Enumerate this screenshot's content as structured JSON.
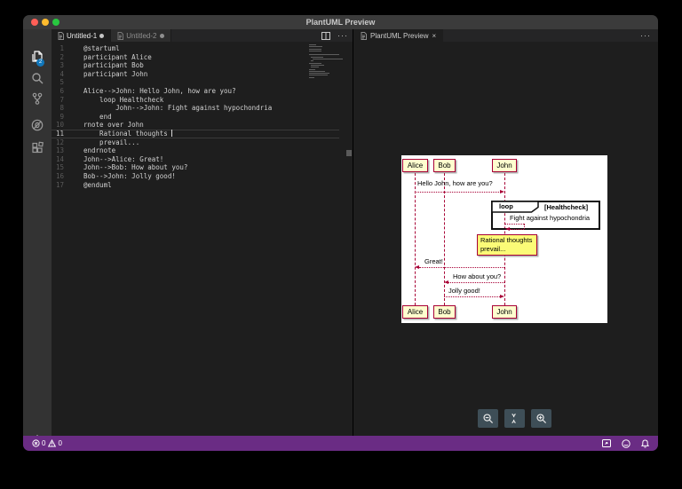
{
  "window": {
    "title": "PlantUML Preview"
  },
  "activity_bar": {
    "items": [
      {
        "name": "explorer",
        "badge": "2"
      },
      {
        "name": "search"
      },
      {
        "name": "source-control"
      },
      {
        "name": "debug"
      },
      {
        "name": "extensions"
      }
    ],
    "settings": {
      "name": "settings-gear"
    }
  },
  "editor": {
    "tabs": [
      {
        "label": "Untitled-1",
        "dirty": true,
        "active": true
      },
      {
        "label": "Untitled-2",
        "dirty": true,
        "active": false
      }
    ],
    "more_label": "···",
    "lines": [
      "@startuml",
      "participant Alice",
      "participant Bob",
      "participant John",
      "",
      "Alice-->John: Hello John, how are you?",
      "    loop Healthcheck",
      "        John-->John: Fight against hypochondria",
      "    end",
      "rnote over John",
      "    Rational thoughts ",
      "    prevail...",
      "endrnote",
      "John-->Alice: Great!",
      "John-->Bob: How about you?",
      "Bob-->John: Jolly good!",
      "@enduml"
    ],
    "active_line": 11
  },
  "preview": {
    "tab_label": "PlantUML Preview",
    "close_label": "×",
    "more_label": "···",
    "zoom_controls": [
      "zoom-out",
      "zoom-fit",
      "zoom-in"
    ]
  },
  "diagram": {
    "participants": [
      {
        "name": "Alice"
      },
      {
        "name": "Bob"
      },
      {
        "name": "John"
      }
    ],
    "messages": [
      {
        "from": "Alice",
        "to": "John",
        "label": "Hello John, how are you?"
      },
      {
        "from": "John",
        "to": "John",
        "label": "Fight against hypochondria"
      },
      {
        "from": "John",
        "to": "Alice",
        "label": "Great!"
      },
      {
        "from": "John",
        "to": "Bob",
        "label": "How about you?"
      },
      {
        "from": "Bob",
        "to": "John",
        "label": "Jolly good!"
      }
    ],
    "loop_frame": {
      "keyword": "loop",
      "condition": "[Healthcheck]"
    },
    "note": {
      "line1": "Rational thoughts",
      "line2": "prevail..."
    },
    "colors": {
      "line": "#A80036",
      "participant_fill": "#FEFECE",
      "note_fill": "#FBFB77"
    }
  },
  "status_bar": {
    "errors": "0",
    "warnings": "0"
  },
  "colors": {
    "status_bar": "#6A2C84",
    "badge": "#1177BB",
    "titlebar": "#3B3B3B"
  }
}
